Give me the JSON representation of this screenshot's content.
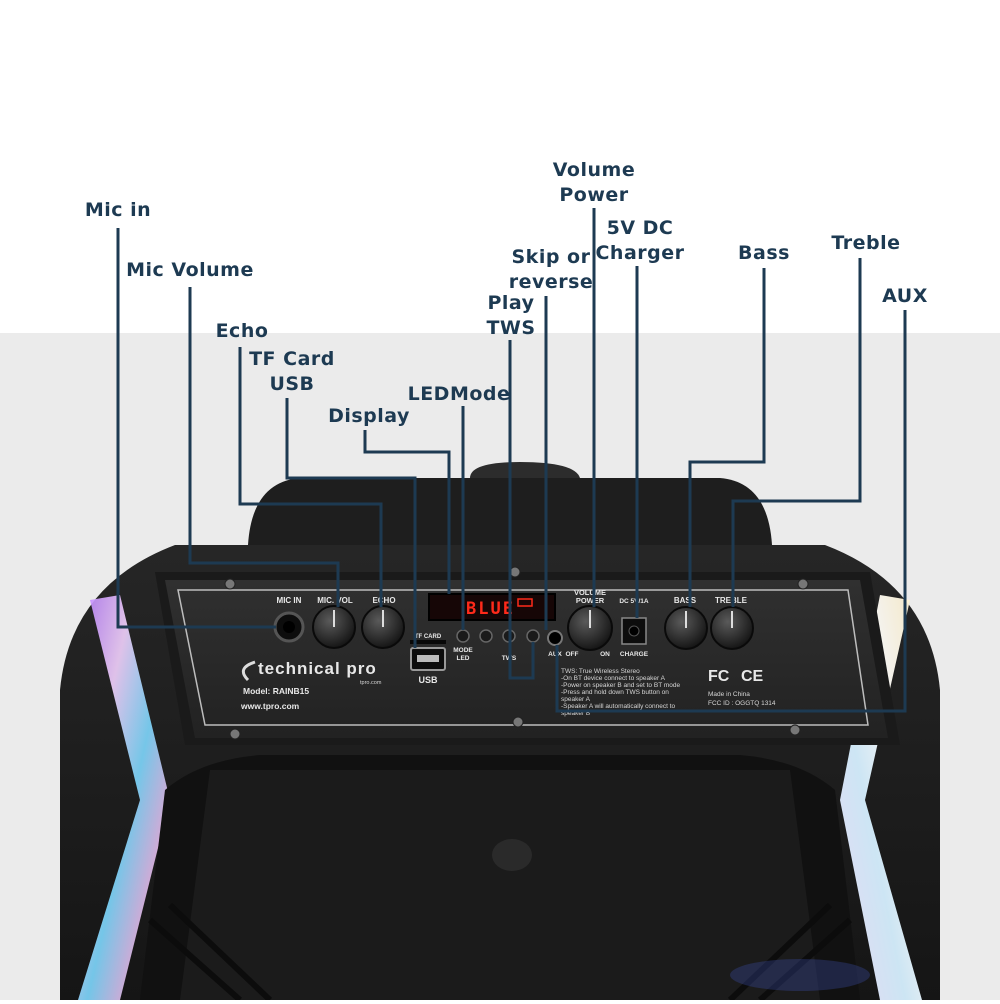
{
  "callouts": {
    "mic_in": "Mic in",
    "mic_volume": "Mic Volume",
    "echo": "Echo",
    "tf_card": "TF Card",
    "usb": "USB",
    "display": "Display",
    "led_mode": "LEDMode",
    "play": "Play",
    "tws": "TWS",
    "skip_1": "Skip or",
    "skip_2": "reverse",
    "volume": "Volume",
    "power": "Power",
    "dc_1": "5V DC",
    "dc_2": "Charger",
    "bass": "Bass",
    "treble": "Treble",
    "aux": "AUX"
  },
  "panel": {
    "mic_in": "MIC IN",
    "mic_vol": "MIC. VOL",
    "echo": "ECHO",
    "tf_card": "TF CARD",
    "usb": "USB",
    "mode": "MODE",
    "led": "LED",
    "tws": "TWS",
    "aux": "AUX",
    "off": "OFF",
    "on": "ON",
    "volume_1": "VOLUME",
    "volume_2": "POWER",
    "dc": "DC 5V/1A",
    "charge": "CHARGE",
    "bass": "BASS",
    "treble": "TREBLE",
    "display": "BLUE",
    "brand": "technical pro",
    "brand_url": "tpro.com",
    "model": "Model: RAINB15",
    "website": "www.tpro.com",
    "tws_info": [
      "TWS: True Wireless Stereo",
      "-On BT device connect to speaker A",
      "-Power on speaker B and set to BT mode",
      "-Press and hold down TWS button on",
      " speaker A",
      "-Speaker A will automatically connect to",
      " speaker B"
    ],
    "fc_mark": "FC",
    "ce_mark": "CE",
    "made_in": "Made in China",
    "fcc_id": "FCC ID : OGGTQ 1314"
  },
  "colors": {
    "callout_text": "#1d3a52",
    "leader_line": "#1d3a52",
    "panel": "#2a2a2a",
    "display_text": "#ff2a1a"
  }
}
